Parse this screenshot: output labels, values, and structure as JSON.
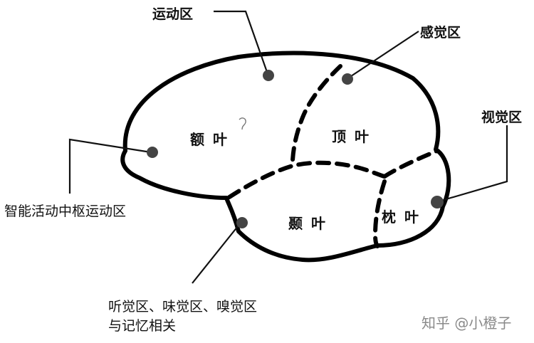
{
  "labels": {
    "motor_area": "运动区",
    "sensory_area": "感觉区",
    "visual_area": "视觉区",
    "intellectual_motor_center": "智能活动中枢运动区",
    "auditory_taste_smell_line1": "听觉区、味觉区、嗅觉区",
    "auditory_taste_smell_line2": "与记忆相关"
  },
  "lobes": {
    "frontal": "额叶",
    "parietal": "顶叶",
    "temporal": "颞叶",
    "occipital": "枕叶"
  },
  "watermark": "知乎 @小橙子",
  "colors": {
    "outline": "#000000",
    "marker": "#444444",
    "leader": "#111111",
    "watermark": "#8a8a8a"
  }
}
